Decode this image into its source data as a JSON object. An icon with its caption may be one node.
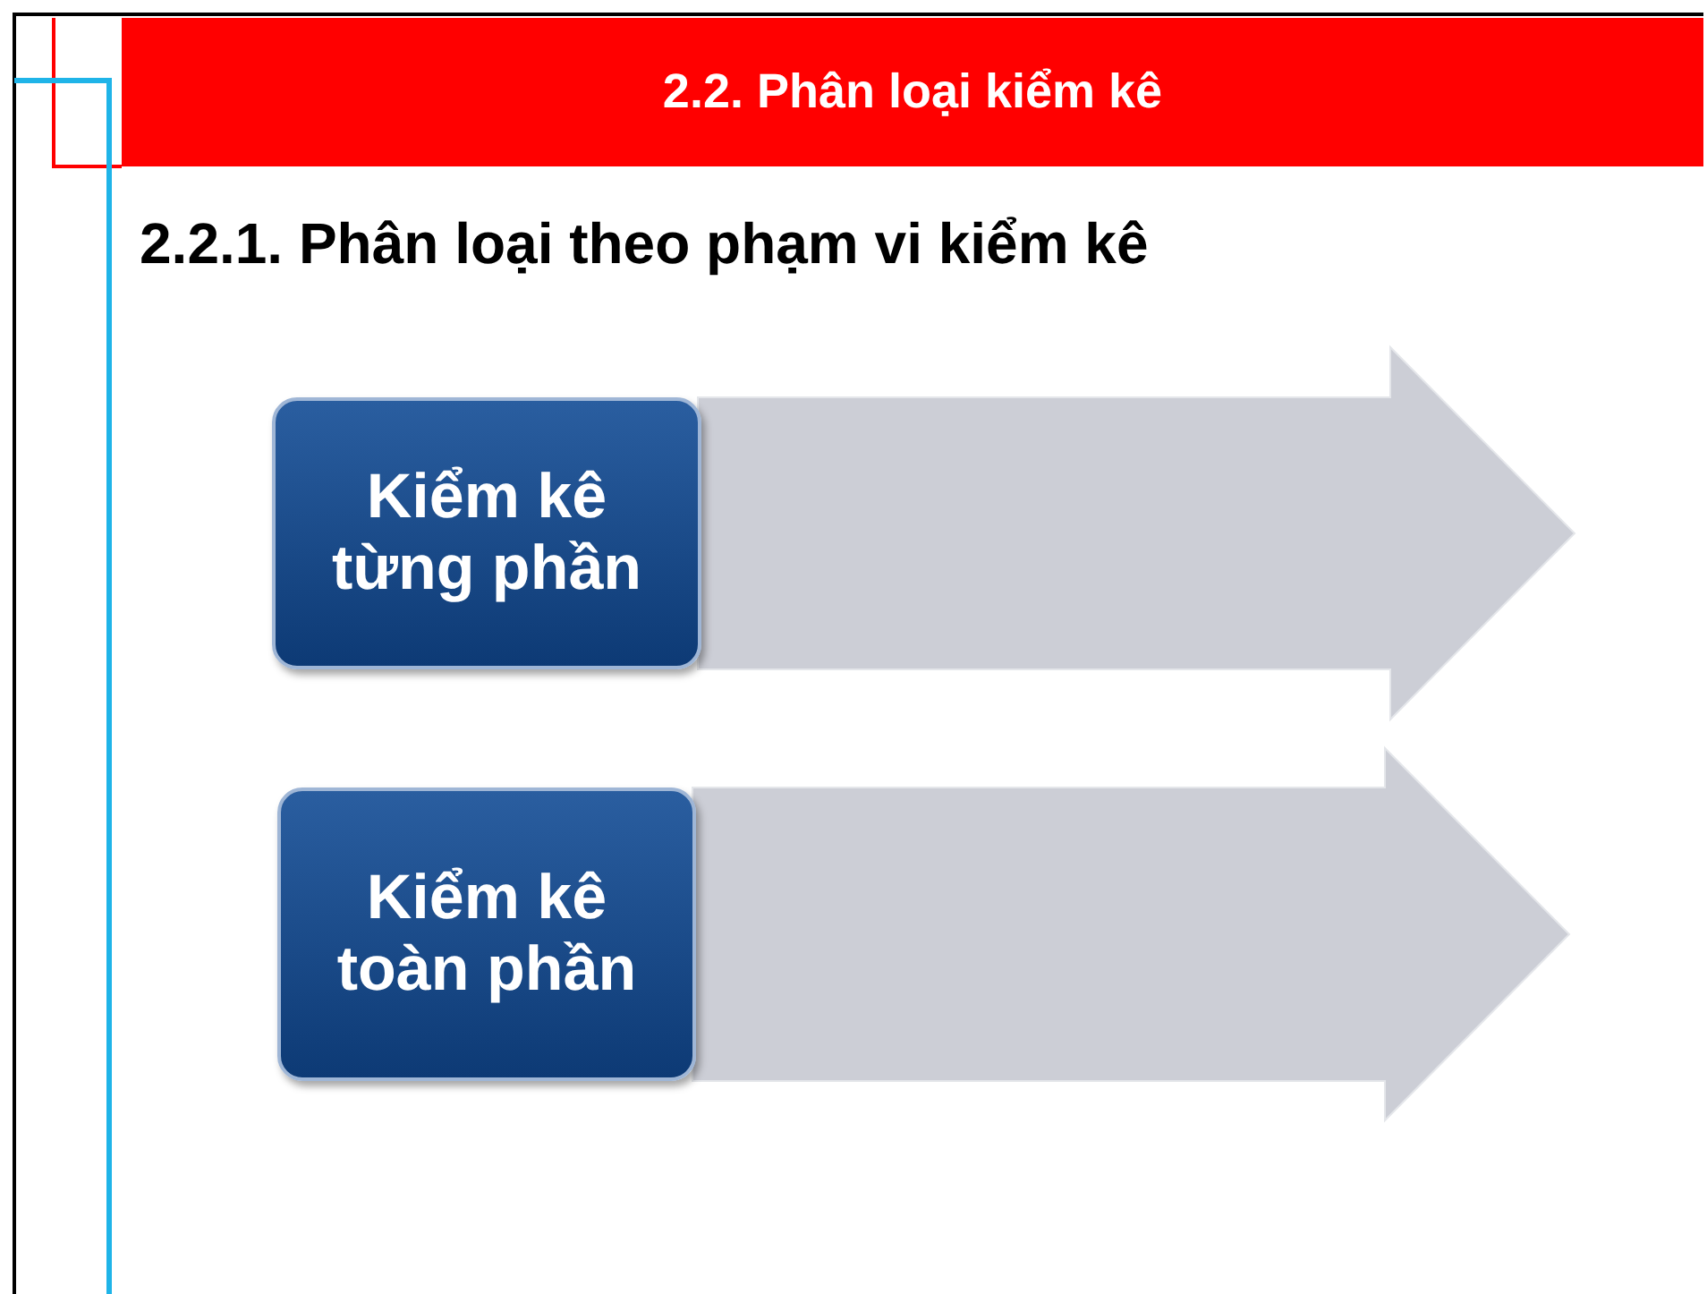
{
  "diagram": {
    "title": "2.2. Phân loại kiểm kê",
    "nodes": [
      {
        "text": [
          "Kiểm kê từng phần"
        ]
      },
      {
        "text": [
          "Kiểm kê toàn phần"
        ]
      }
    ],
    "edges": [
      {
        "from": 0,
        "to": null,
        "arrow": "to",
        "style": "thick"
      },
      {
        "from": 1,
        "to": null,
        "arrow": "to",
        "style": "thick"
      }
    ],
    "labels": [
      "2.2.1. Phân loại theo phạm vi kiểm kê"
    ]
  }
}
